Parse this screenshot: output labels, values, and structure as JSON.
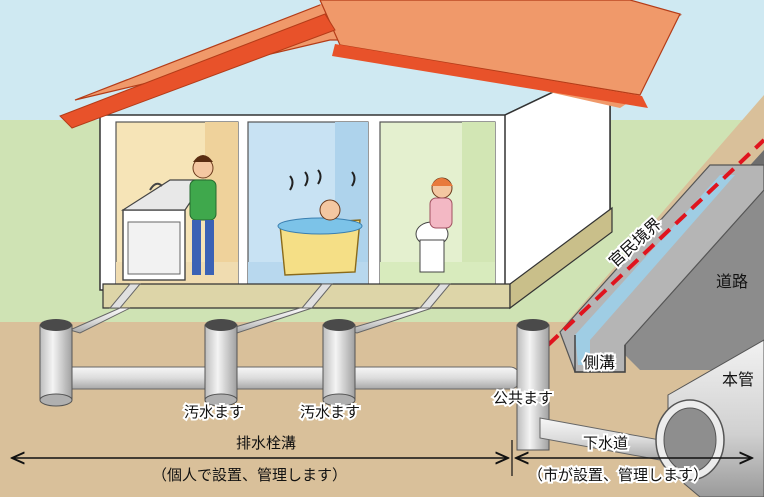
{
  "labels": {
    "boundary": "官民境界",
    "road": "道路",
    "side_ditch": "側溝",
    "main_pipe": "本管",
    "sewage_box_1": "汚水ます",
    "sewage_box_2": "汚水ます",
    "public_box": "公共ます",
    "private_drain": "排水栓溝",
    "private_note": "（個人で設置、管理します）",
    "sewer": "下水道",
    "public_note": "（市が設置、管理します）"
  },
  "colors": {
    "sky": "#cfe9f2",
    "grass": "#cfe3b4",
    "ground": "#d9c09a",
    "roof": "#f0996a",
    "roof_edge": "#e8522a",
    "wall": "#ffffff",
    "foundation": "#ddd5a8",
    "pipe": "#e6e6e6",
    "pipe_cap": "#4a4a4a",
    "boundary_line": "#e0141e",
    "road": "#8c8c8c"
  },
  "icons": {
    "sink": "kitchen-sink-icon",
    "bath": "bathtub-icon",
    "toilet": "toilet-icon"
  }
}
